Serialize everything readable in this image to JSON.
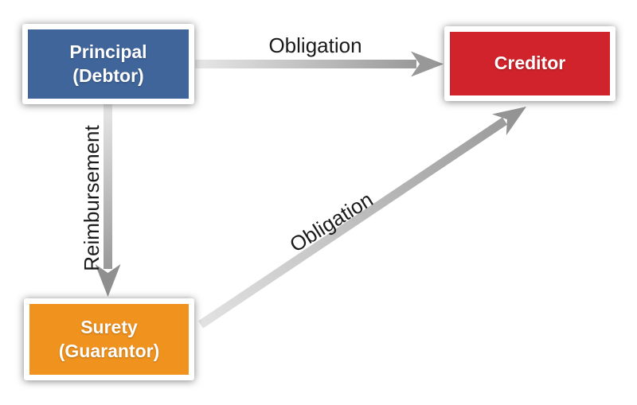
{
  "diagram": {
    "background": "#FFFFFF",
    "nodes": [
      {
        "id": "principal",
        "line1": "Principal",
        "line2": "(Debtor)",
        "fill": "#3F659B",
        "text_color": "#FFFFFF"
      },
      {
        "id": "creditor",
        "line1": "Creditor",
        "fill": "#D0232B",
        "text_color": "#FFFFFF"
      },
      {
        "id": "surety",
        "line1": "Surety",
        "line2": "(Guarantor)",
        "fill": "#F0921E",
        "text_color": "#FFFFFF"
      }
    ],
    "edges": [
      {
        "from": "principal",
        "to": "creditor",
        "label": "Obligation",
        "direction": "right"
      },
      {
        "from": "principal",
        "to": "surety",
        "label": "Reimbursement",
        "direction": "down"
      },
      {
        "from": "surety",
        "to": "creditor",
        "label": "Obligation",
        "direction": "up-right"
      }
    ],
    "arrow_gradient": {
      "light": "#E7E7E7",
      "dark": "#909090"
    },
    "arrow_head_color": "#949494",
    "label_color": "#1A1A1A"
  }
}
